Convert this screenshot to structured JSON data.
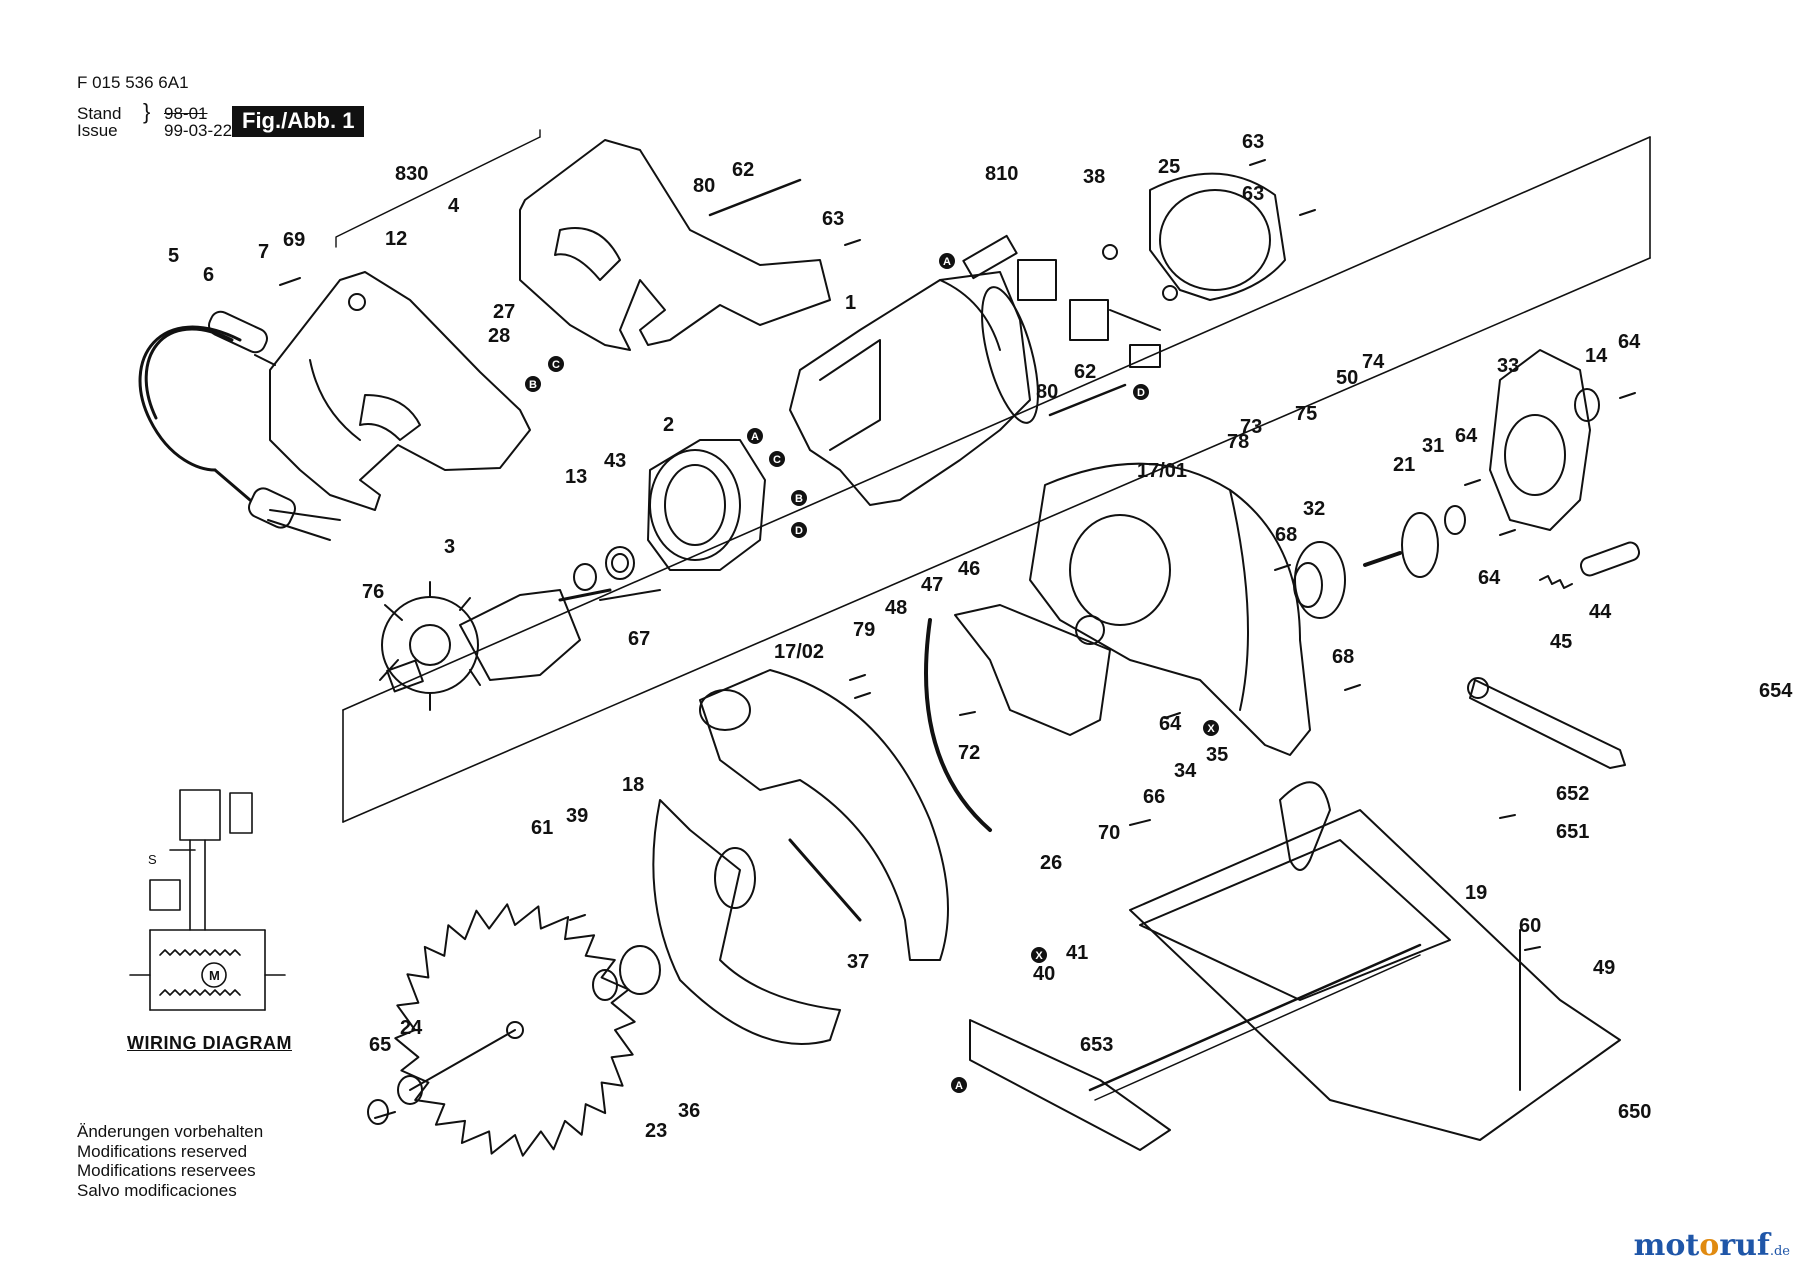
{
  "header": {
    "doc_number": "F 015 536 6A1",
    "stand_label": "Stand",
    "issue_label": "Issue",
    "stand_date": "98-01",
    "issue_date": "99-03-22",
    "figure_label": "Fig./Abb. 1"
  },
  "wiring_diagram": {
    "label": "WIRING DIAGRAM",
    "switch_label": "S",
    "motor_label": "M"
  },
  "notes": [
    "Änderungen vorbehalten",
    "Modifications reserved",
    "Modifications reservees",
    "Salvo modificaciones"
  ],
  "brand": {
    "part1": "mot",
    "part2": "o",
    "part3": "ruf",
    "tld": ".de"
  },
  "colors": {
    "line": "#111111",
    "paper": "#ffffff",
    "brand_blue": "#1f56a8",
    "brand_orange": "#e08a10"
  },
  "part_labels": [
    "830",
    "4",
    "12",
    "69",
    "7",
    "5",
    "6",
    "27",
    "28",
    "80",
    "62",
    "63",
    "810",
    "38",
    "25",
    "63",
    "63",
    "1",
    "2",
    "43",
    "13",
    "3",
    "76",
    "67",
    "80",
    "62",
    "74",
    "50",
    "73",
    "75",
    "78",
    "17/01",
    "33",
    "14",
    "64",
    "21",
    "31",
    "64",
    "68",
    "32",
    "64",
    "44",
    "45",
    "48",
    "79",
    "47",
    "46",
    "17/02",
    "72",
    "68",
    "64",
    "654",
    "34",
    "35",
    "66",
    "18",
    "39",
    "61",
    "70",
    "26",
    "652",
    "651",
    "19",
    "60",
    "49",
    "37",
    "40",
    "41",
    "653",
    "24",
    "65",
    "23",
    "36",
    "650"
  ],
  "connector_labels": [
    "A",
    "B",
    "C",
    "D"
  ],
  "markers": [
    {
      "name": "connector-marker",
      "letter": "A"
    },
    {
      "name": "connector-marker",
      "letter": "B"
    },
    {
      "name": "connector-marker",
      "letter": "C"
    },
    {
      "name": "connector-marker",
      "letter": "A"
    },
    {
      "name": "connector-marker",
      "letter": "C"
    },
    {
      "name": "connector-marker",
      "letter": "B"
    },
    {
      "name": "connector-marker",
      "letter": "D"
    },
    {
      "name": "connector-marker",
      "letter": "A"
    },
    {
      "name": "connector-marker",
      "letter": "D"
    },
    {
      "name": "x-marker",
      "letter": "X"
    },
    {
      "name": "x-marker",
      "letter": "X"
    }
  ]
}
